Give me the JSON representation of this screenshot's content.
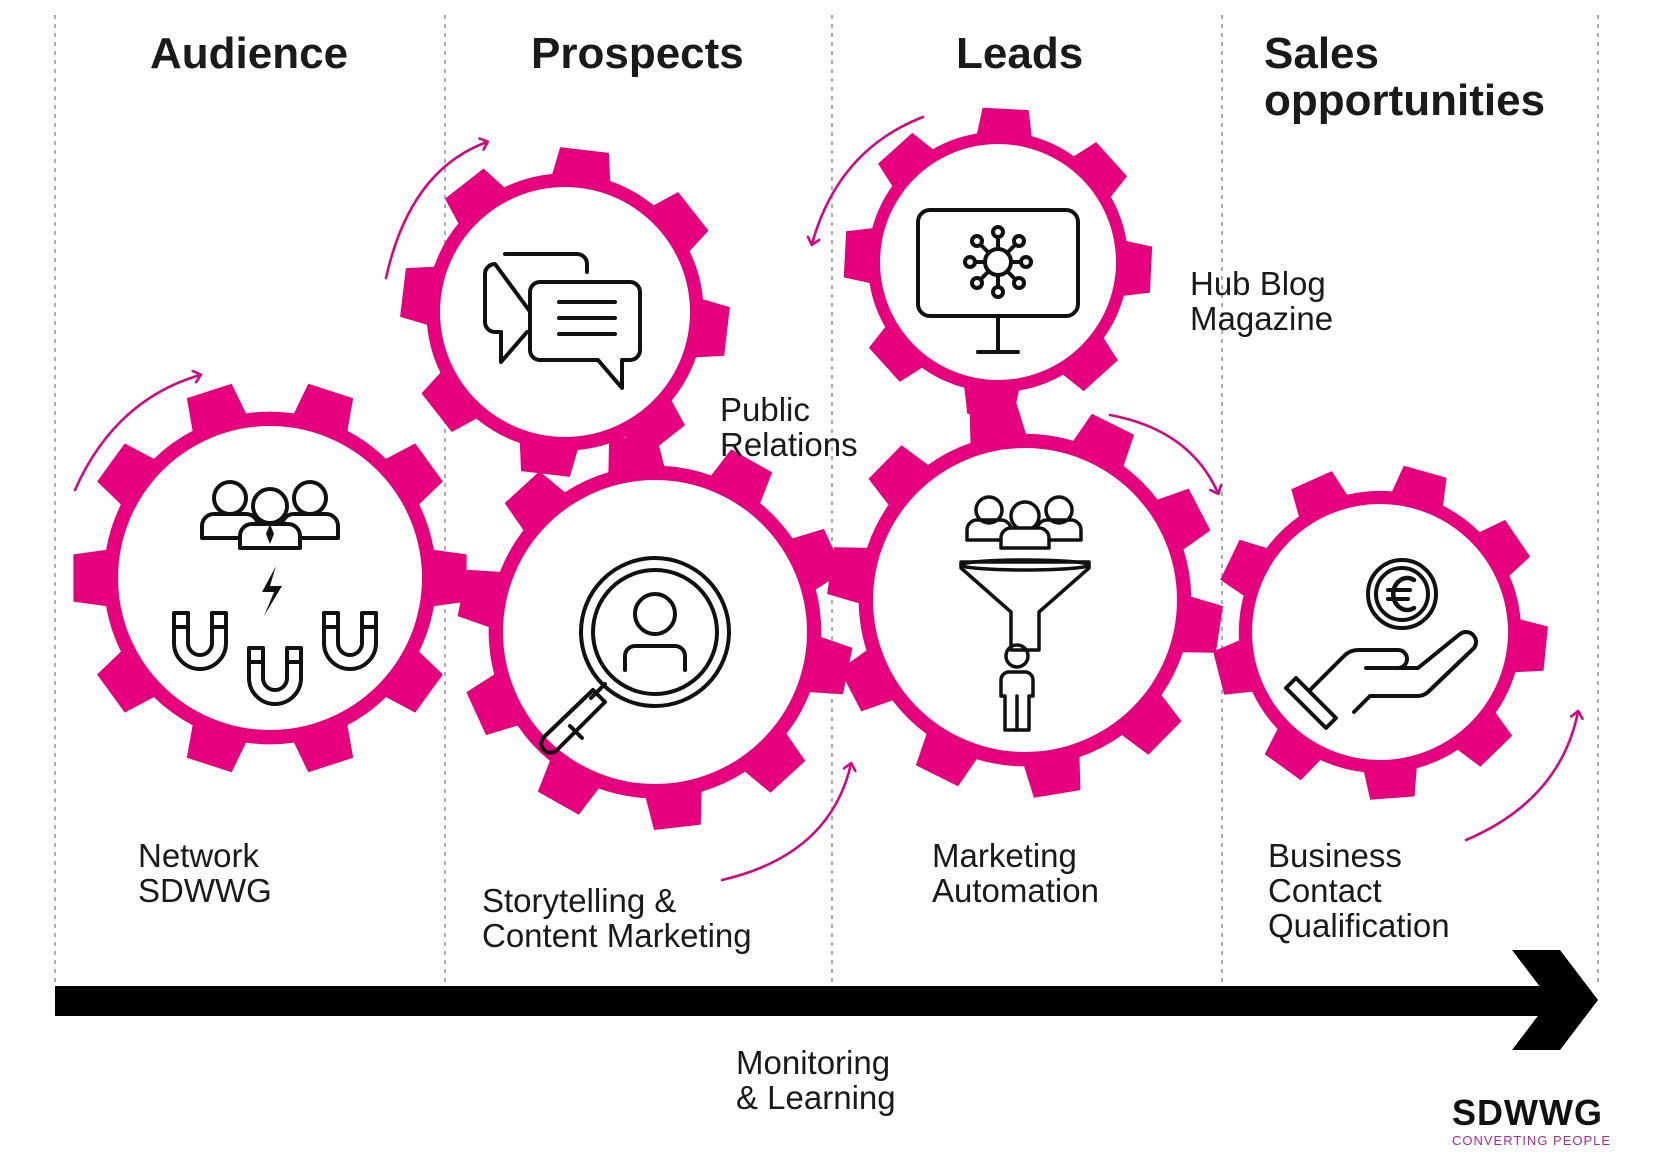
{
  "colors": {
    "gear": "#e6007e",
    "arrow": "#d1087f",
    "ink": "#111111",
    "tagline": "#b02a8c",
    "divider": "#9a9a9a"
  },
  "columns": [
    {
      "title_lines": [
        "Audience"
      ]
    },
    {
      "title_lines": [
        "Prospects"
      ]
    },
    {
      "title_lines": [
        "Leads"
      ]
    },
    {
      "title_lines": [
        "Sales",
        "opportunities"
      ]
    }
  ],
  "gears": [
    {
      "id": "network",
      "icon": "people-magnet-icon",
      "label_lines": [
        "Network",
        "SDWWG"
      ]
    },
    {
      "id": "pr",
      "icon": "chat-bubbles-icon",
      "label_lines": [
        "Public",
        "Relations"
      ]
    },
    {
      "id": "storytelling",
      "icon": "magnifier-person-icon",
      "label_lines": [
        "Storytelling &",
        "Content Marketing"
      ]
    },
    {
      "id": "hub",
      "icon": "monitor-network-icon",
      "label_lines": [
        "Hub Blog",
        "Magazine"
      ]
    },
    {
      "id": "automation",
      "icon": "funnel-people-icon",
      "label_lines": [
        "Marketing",
        "Automation"
      ]
    },
    {
      "id": "qualification",
      "icon": "hand-euro-icon",
      "label_lines": [
        "Business",
        "Contact",
        "Qualification"
      ]
    }
  ],
  "timeline": {
    "label_lines": [
      "Monitoring",
      "& Learning"
    ]
  },
  "brand": {
    "name": "SDWWG",
    "tagline": "CONVERTING PEOPLE"
  }
}
